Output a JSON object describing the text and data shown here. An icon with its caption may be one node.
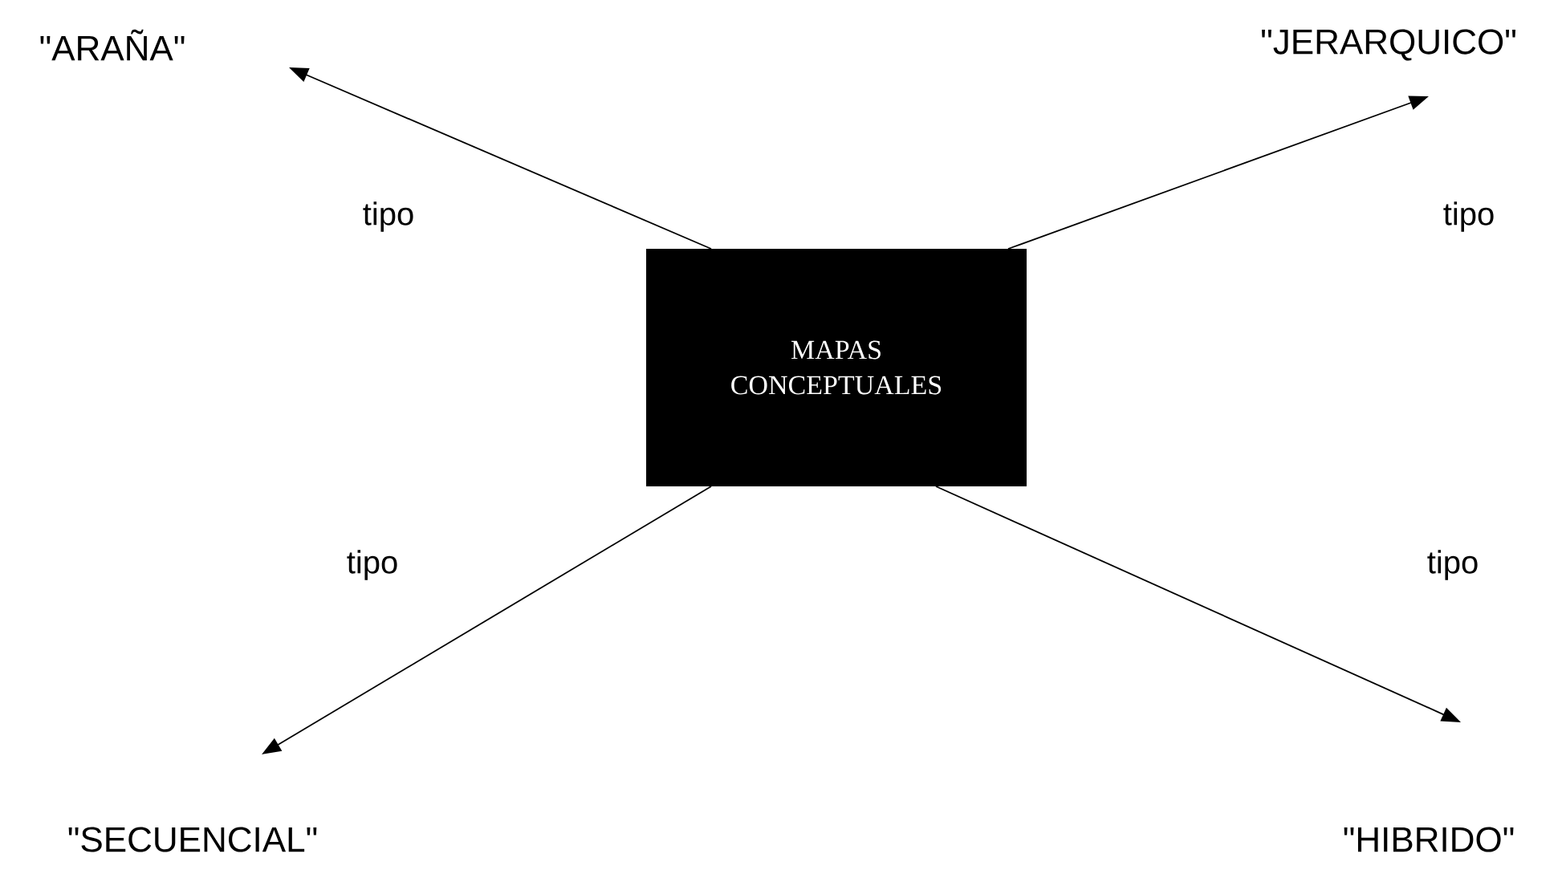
{
  "diagram": {
    "nodes": [
      {
        "text": [
          "MAPAS CONCEPTUALES"
        ]
      },
      {
        "text": [
          "\"ARAÑA\""
        ]
      },
      {
        "text": [
          "\"JERARQUICO\""
        ]
      },
      {
        "text": [
          "\"SECUENCIAL\""
        ]
      },
      {
        "text": [
          "\"HIBRIDO\""
        ]
      }
    ],
    "edges": [
      {
        "from": 0,
        "to": 1,
        "arrow": "to",
        "label": "tipo"
      },
      {
        "from": 0,
        "to": 2,
        "arrow": "to",
        "label": "tipo"
      },
      {
        "from": 0,
        "to": 3,
        "arrow": "to",
        "label": "tipo"
      },
      {
        "from": 0,
        "to": 4,
        "arrow": "to",
        "label": "tipo"
      }
    ]
  }
}
